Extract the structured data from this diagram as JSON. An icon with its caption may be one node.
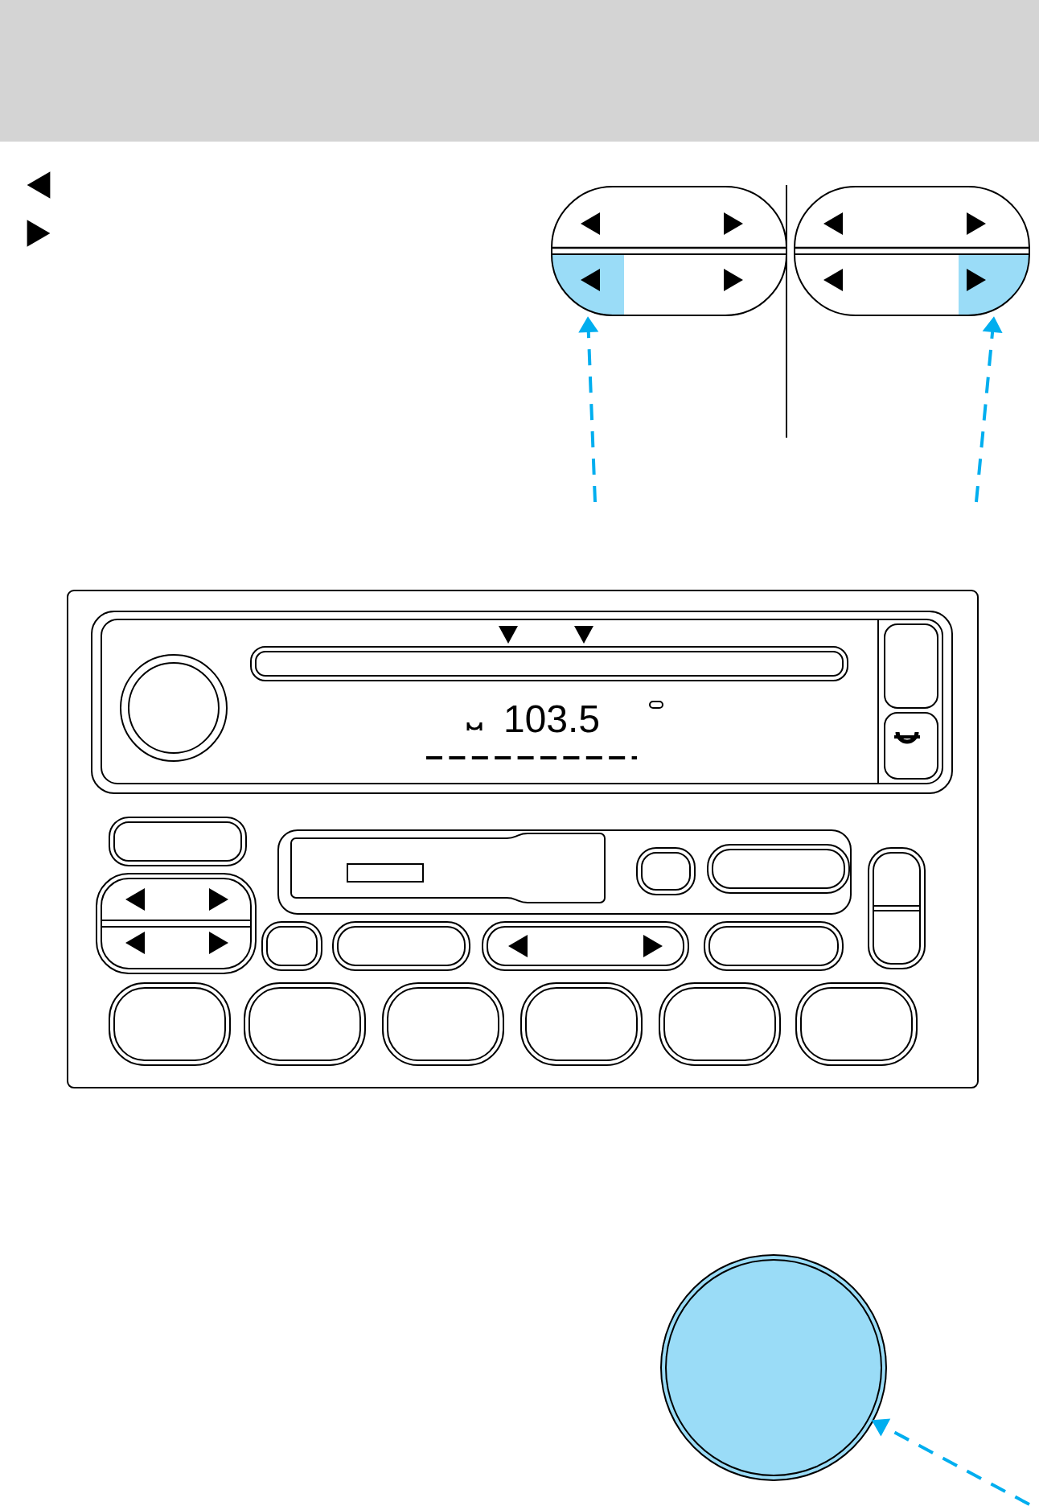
{
  "diagram": {
    "nodes": [
      {
        "text": [],
        "shape": "box"
      },
      {
        "text": [],
        "shape": "box"
      },
      {
        "text": [],
        "shape": "circle"
      }
    ],
    "edges": [
      {
        "from": null,
        "to": 0,
        "arrow": "to",
        "style": "dashed"
      },
      {
        "from": null,
        "to": 1,
        "arrow": "to",
        "style": "dashed"
      },
      {
        "from": null,
        "to": 2,
        "arrow": "to",
        "style": "dashed"
      }
    ],
    "labels": [
      "103.5"
    ]
  }
}
